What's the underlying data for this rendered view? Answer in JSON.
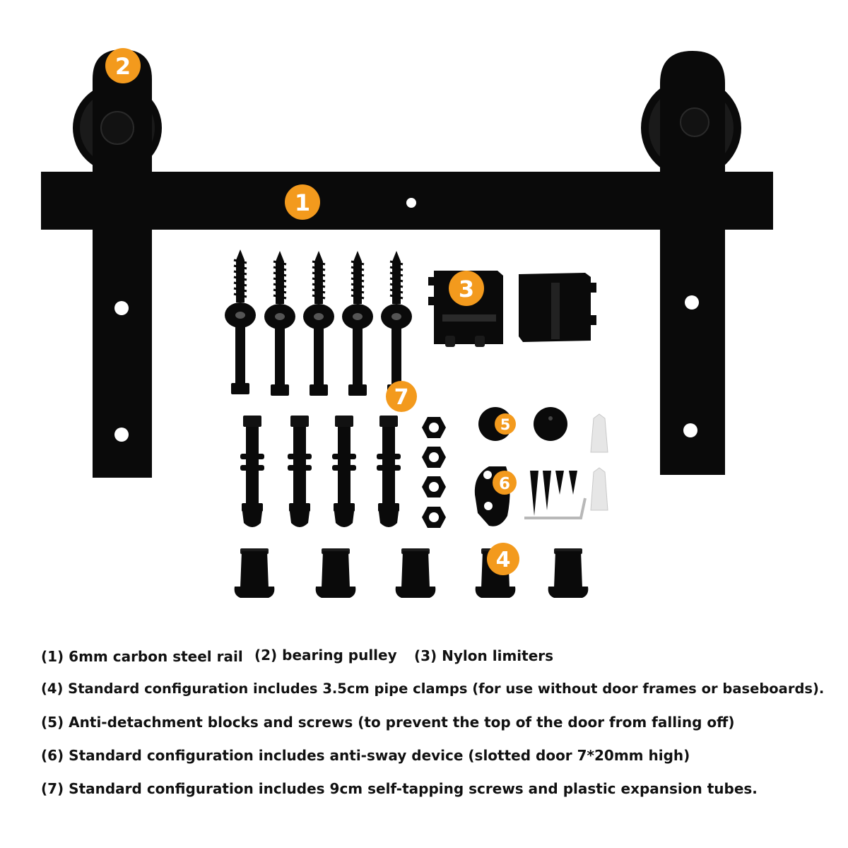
{
  "badges": {
    "rail": "1",
    "pulley": "2",
    "limiter": "3",
    "pipe_clamp": "4",
    "anti_detach": "5",
    "anti_sway": "6",
    "screws": "7"
  },
  "captions": [
    "(1) 6mm carbon steel rail",
    "(2) bearing pulley",
    "(3) Nylon limiters",
    "(4) Standard configuration includes 3.5cm pipe clamps (for use without door frames or baseboards).",
    "(5) Anti-detachment blocks and screws (to prevent the top of the door from falling off)",
    "(6) Standard configuration includes anti-sway device (slotted door 7*20mm high)",
    "(7) Standard configuration includes 9cm self-tapping screws and plastic expansion tubes."
  ],
  "colors": {
    "badge": "#f39a1d",
    "hardware": "#0a0a0a",
    "plastic": "#e6e6e6",
    "text": "#111111"
  }
}
